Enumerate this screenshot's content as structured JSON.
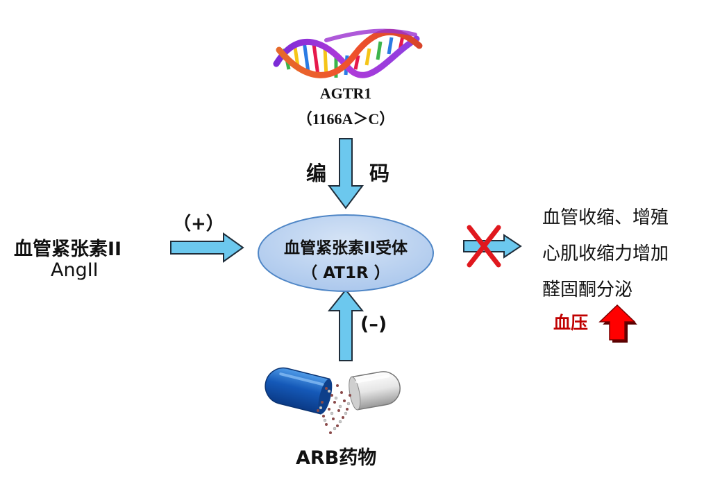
{
  "gene": {
    "name": "AGTR1",
    "variant": "（1166A＞C）"
  },
  "encode_label": {
    "left": "编",
    "right": "码"
  },
  "ligand": {
    "plus_sign": "（+）",
    "name_cn": "血管紧张素II",
    "name_en": "AngII"
  },
  "receptor": {
    "name": "血管紧张素II受体",
    "abbr": "（ AT1R ）"
  },
  "drug": {
    "minus_sign": "(–)",
    "name": "ARB药物"
  },
  "effects": {
    "items": [
      "血管收缩、增殖",
      "心肌收缩力增加",
      "醛固酮分泌"
    ],
    "pressure_label": "血压"
  },
  "colors": {
    "arrow_fill": "#6cc8ee",
    "arrow_stroke": "#1f2d3a",
    "ellipse_fill": "#bcd4f0",
    "ellipse_stroke": "#4f86c6",
    "cross": "#e0181e",
    "pressure_text": "#c00000",
    "pressure_arrow": "#ff0000"
  },
  "icons": {
    "dna": "dna-helix-icon",
    "capsule": "capsule-icon",
    "cross": "cross-mark-icon",
    "up_arrow": "up-arrow-icon"
  }
}
